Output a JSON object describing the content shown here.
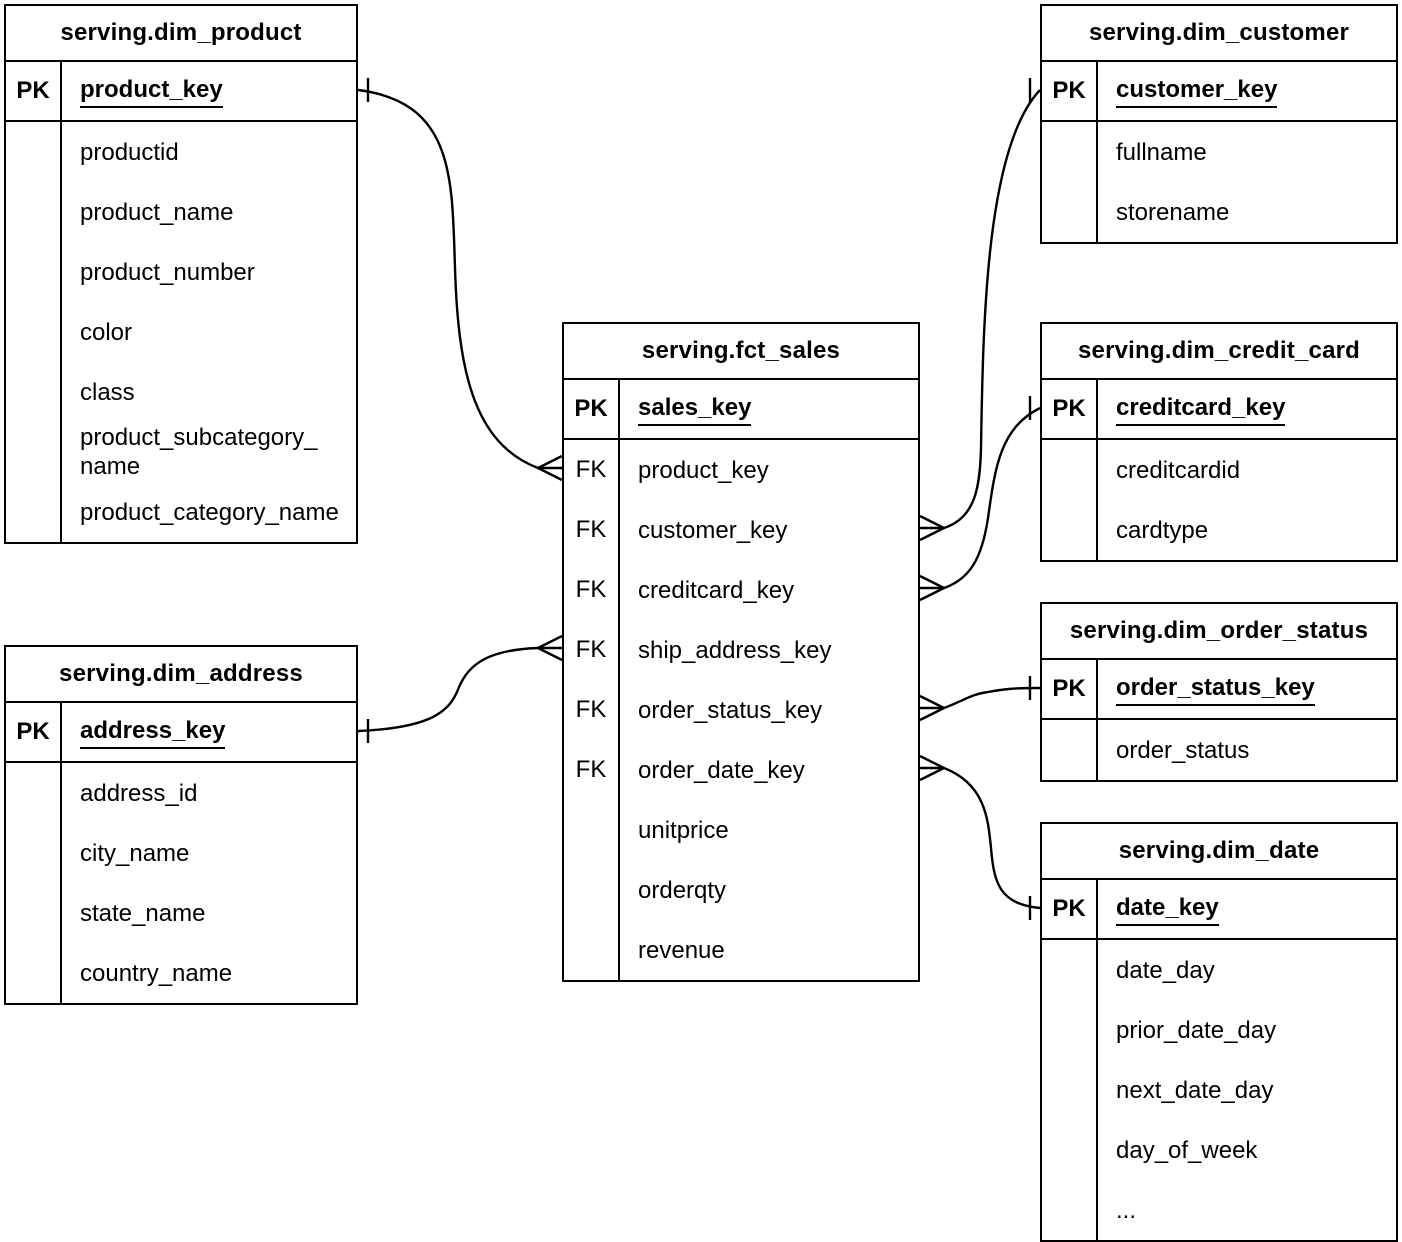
{
  "style": {
    "background": "#ffffff",
    "line_color": "#000000",
    "text_color": "#000000"
  },
  "tables": {
    "dim_product": {
      "title": "serving.dim_product",
      "pk": "PK",
      "key": "product_key",
      "rows": [
        "productid",
        "product_name",
        "product_number",
        "color",
        "class",
        "product_subcategory_\nname",
        "product_category_name"
      ]
    },
    "dim_customer": {
      "title": "serving.dim_customer",
      "pk": "PK",
      "key": "customer_key",
      "rows": [
        "fullname",
        "storename"
      ]
    },
    "fct_sales": {
      "title": "serving.fct_sales",
      "pk": "PK",
      "key": "sales_key",
      "rows": [
        {
          "tag": "FK",
          "name": "product_key"
        },
        {
          "tag": "FK",
          "name": "customer_key"
        },
        {
          "tag": "FK",
          "name": "creditcard_key"
        },
        {
          "tag": "FK",
          "name": "ship_address_key"
        },
        {
          "tag": "FK",
          "name": "order_status_key"
        },
        {
          "tag": "FK",
          "name": "order_date_key"
        },
        {
          "tag": "",
          "name": "unitprice"
        },
        {
          "tag": "",
          "name": "orderqty"
        },
        {
          "tag": "",
          "name": "revenue"
        }
      ]
    },
    "dim_credit_card": {
      "title": "serving.dim_credit_card",
      "pk": "PK",
      "key": "creditcard_key",
      "rows": [
        "creditcardid",
        "cardtype"
      ]
    },
    "dim_order_status": {
      "title": "serving.dim_order_status",
      "pk": "PK",
      "key": "order_status_key",
      "rows": [
        "order_status"
      ]
    },
    "dim_date": {
      "title": "serving.dim_date",
      "pk": "PK",
      "key": "date_key",
      "rows": [
        "date_day",
        "prior_date_day",
        "next_date_day",
        "day_of_week",
        "..."
      ]
    },
    "dim_address": {
      "title": "serving.dim_address",
      "pk": "PK",
      "key": "address_key",
      "rows": [
        "address_id",
        "city_name",
        "state_name",
        "country_name"
      ]
    }
  },
  "relationships": [
    {
      "parent_table": "serving.dim_product",
      "parent_column": "product_key",
      "parent_cardinality": "one",
      "child_table": "serving.fct_sales",
      "child_column": "product_key",
      "child_cardinality": "many"
    },
    {
      "parent_table": "serving.dim_customer",
      "parent_column": "customer_key",
      "parent_cardinality": "one",
      "child_table": "serving.fct_sales",
      "child_column": "customer_key",
      "child_cardinality": "many"
    },
    {
      "parent_table": "serving.dim_credit_card",
      "parent_column": "creditcard_key",
      "parent_cardinality": "one",
      "child_table": "serving.fct_sales",
      "child_column": "creditcard_key",
      "child_cardinality": "many"
    },
    {
      "parent_table": "serving.dim_address",
      "parent_column": "address_key",
      "parent_cardinality": "one",
      "child_table": "serving.fct_sales",
      "child_column": "ship_address_key",
      "child_cardinality": "many"
    },
    {
      "parent_table": "serving.dim_order_status",
      "parent_column": "order_status_key",
      "parent_cardinality": "one",
      "child_table": "serving.fct_sales",
      "child_column": "order_status_key",
      "child_cardinality": "many"
    },
    {
      "parent_table": "serving.dim_date",
      "parent_column": "date_key",
      "parent_cardinality": "one",
      "child_table": "serving.fct_sales",
      "child_column": "order_date_key",
      "child_cardinality": "many"
    }
  ]
}
